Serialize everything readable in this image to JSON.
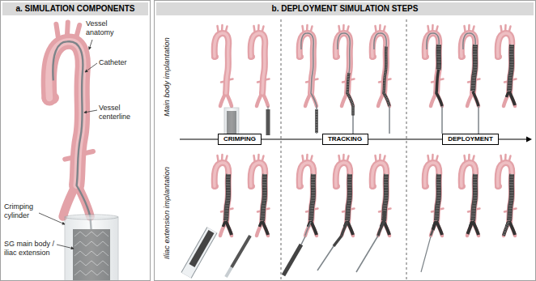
{
  "diagram": {
    "nodes": [
      {
        "text": [
          "a. SIMULATION COMPONENTS"
        ]
      },
      {
        "text": [
          "b. DEPLOYMENT SIMULATION STEPS"
        ]
      },
      {
        "text": [
          "CRIMPING"
        ],
        "in": 1
      },
      {
        "text": [
          "TRACKING"
        ],
        "in": 1
      },
      {
        "text": [
          "DEPLOYMENT"
        ],
        "in": 1
      }
    ],
    "edges": [
      {
        "from": 2,
        "to": 3,
        "arrow": "none"
      },
      {
        "from": 3,
        "to": 4,
        "arrow": "none"
      }
    ],
    "labels": [
      "Vessel anatomy",
      "Catheter",
      "Vessel centerline",
      "Crimping cylinder",
      "SG main body / iliac extension",
      "Main body implantation",
      "Iliac extension implantation"
    ]
  }
}
